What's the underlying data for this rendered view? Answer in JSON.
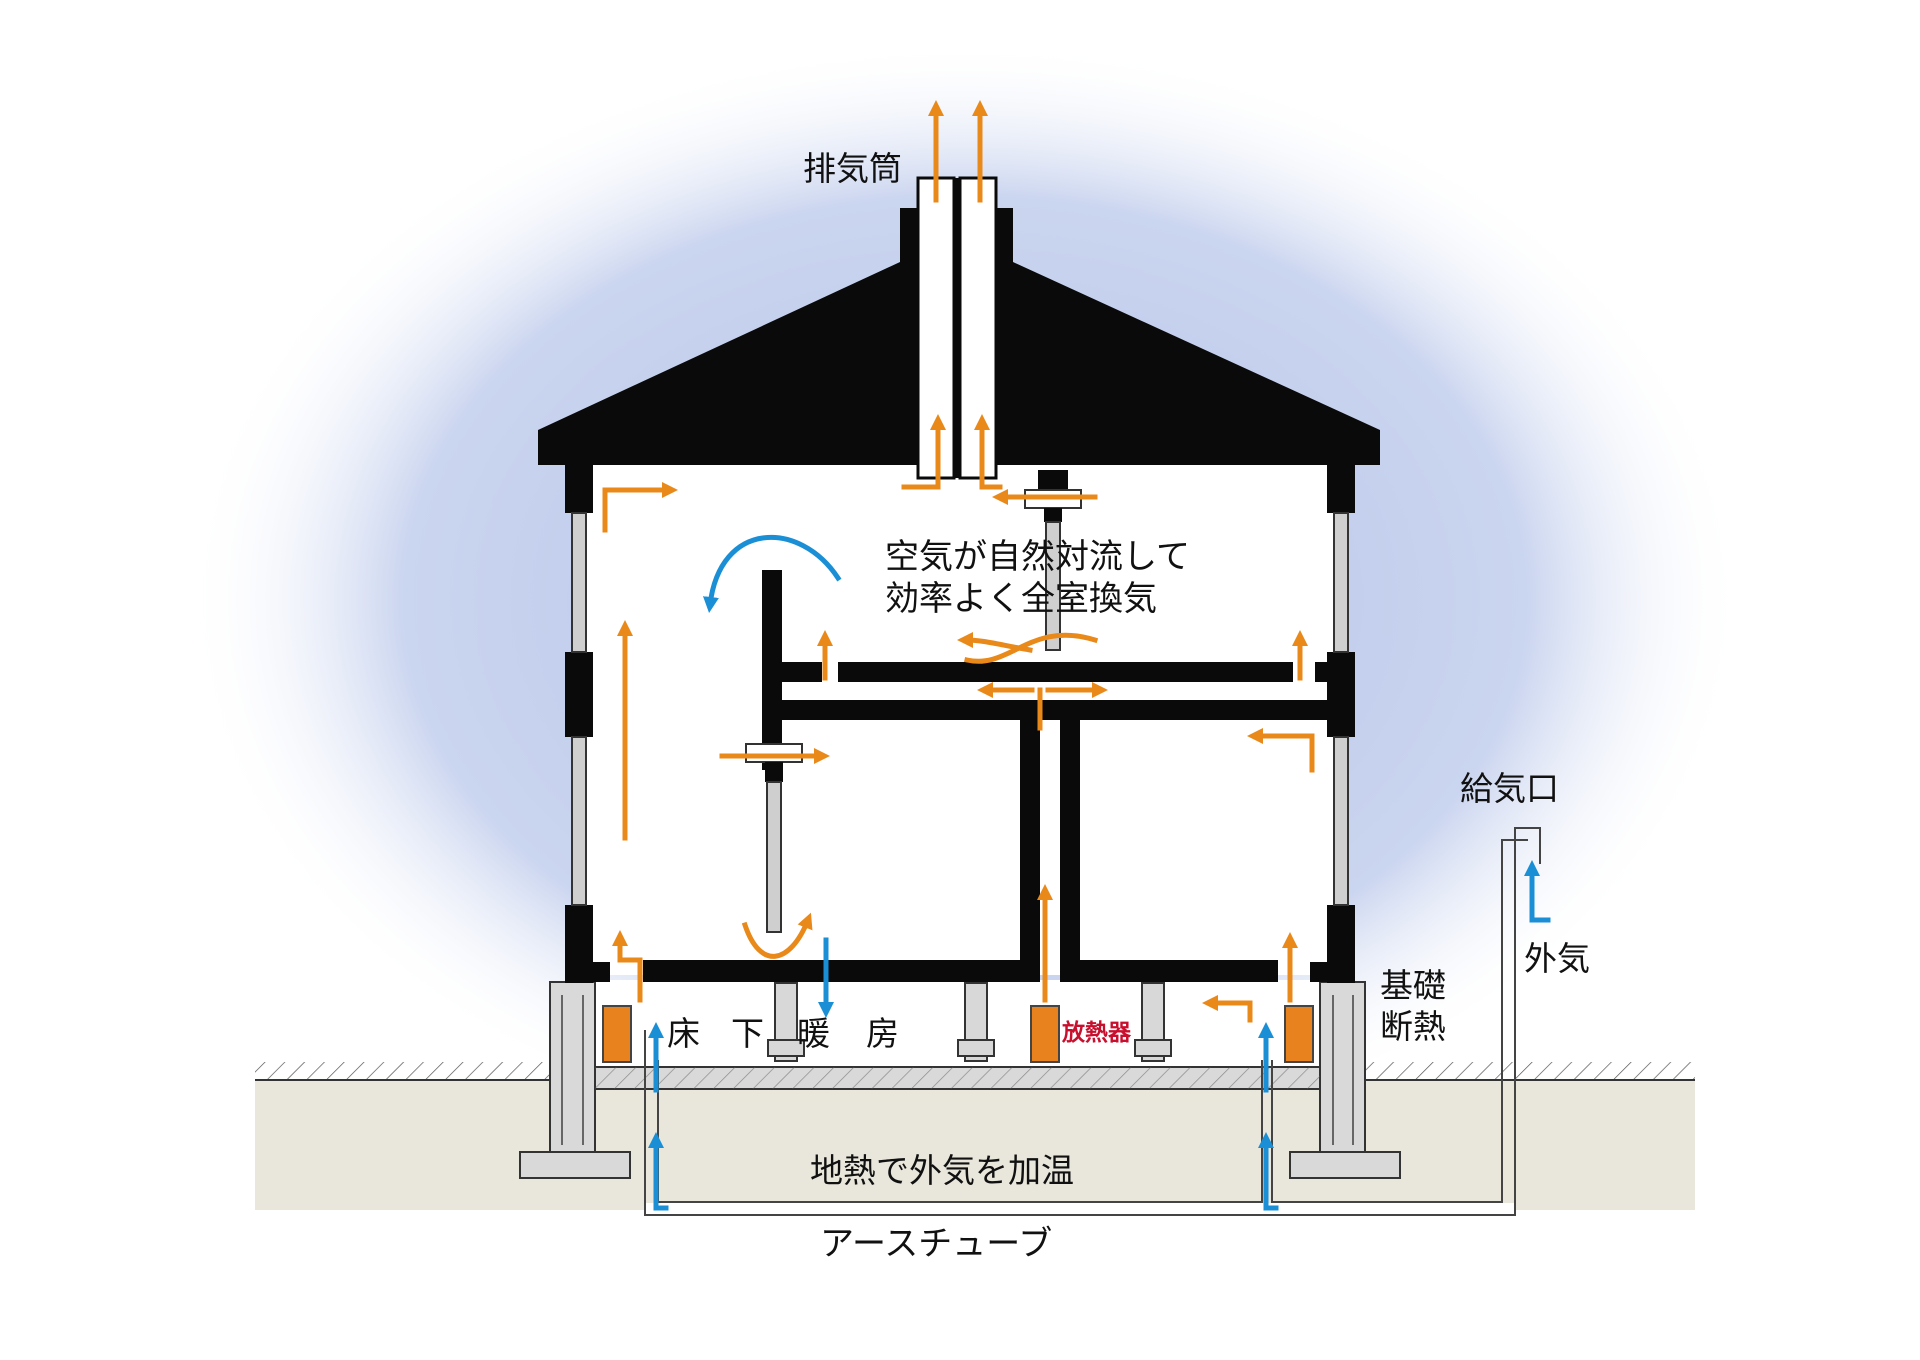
{
  "labels": {
    "chimney": "排気筒",
    "convection_line1": "空気が自然対流して",
    "convection_line2": "効率よく全室換気",
    "underfloor_1": "床",
    "underfloor_2": "下",
    "underfloor_3": "暖",
    "underfloor_4": "房",
    "radiator": "放熱器",
    "supply_inlet": "給気口",
    "outside_air": "外気",
    "foundation_line1": "基礎",
    "foundation_line2": "断熱",
    "geothermal": "地熱で外気を加温",
    "earth_tube": "アースチューブ"
  },
  "colors": {
    "warm_air": "#e8891a",
    "cool_air": "#1a8fd6",
    "structure": "#0a0a0a",
    "ground": "#e9e7dc",
    "radiator": "#e8821e",
    "glow": "#aebde6",
    "label_red": "#c8102e"
  },
  "icons": {
    "warm_air": "orange-arrow-icon",
    "cool_air": "blue-arrow-icon"
  }
}
